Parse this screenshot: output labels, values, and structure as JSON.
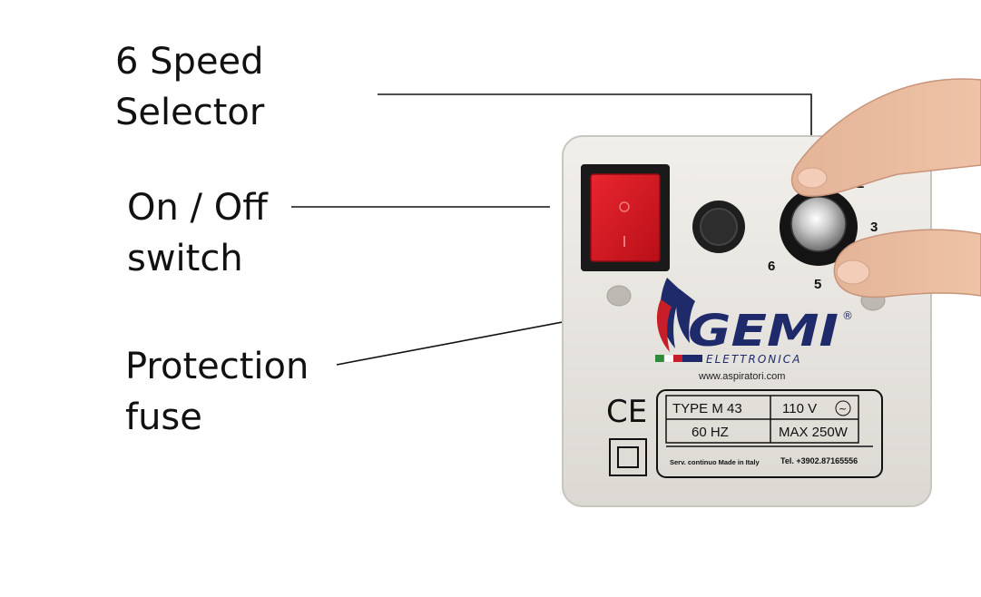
{
  "callouts": {
    "speed_selector": [
      "6 Speed",
      "Selector"
    ],
    "on_off_switch": [
      "On / Off",
      "switch"
    ],
    "protection_fuse": [
      "Protection",
      "fuse"
    ]
  },
  "dial_marks": [
    "2",
    "3",
    "5",
    "6"
  ],
  "brand": {
    "name": "GEMI",
    "registered": "®",
    "subname": "ELETTRONICA",
    "website": "www.aspiratori.com"
  },
  "ce_mark": "CE",
  "spec_plate": {
    "type": "TYPE  M 43",
    "voltage": "110 V",
    "ac_symbol": "~",
    "frequency": "60 HZ",
    "max_power": "MAX 250W",
    "service": "Serv. continuo Made in Italy",
    "phone": "Tel. +3902.87165556"
  },
  "colors": {
    "housing": "#e9e7e2",
    "switch_red": "#d8161f",
    "brand_navy": "#1f2a6b",
    "brand_red": "#c81e2a",
    "skin": "#e6b79b"
  }
}
